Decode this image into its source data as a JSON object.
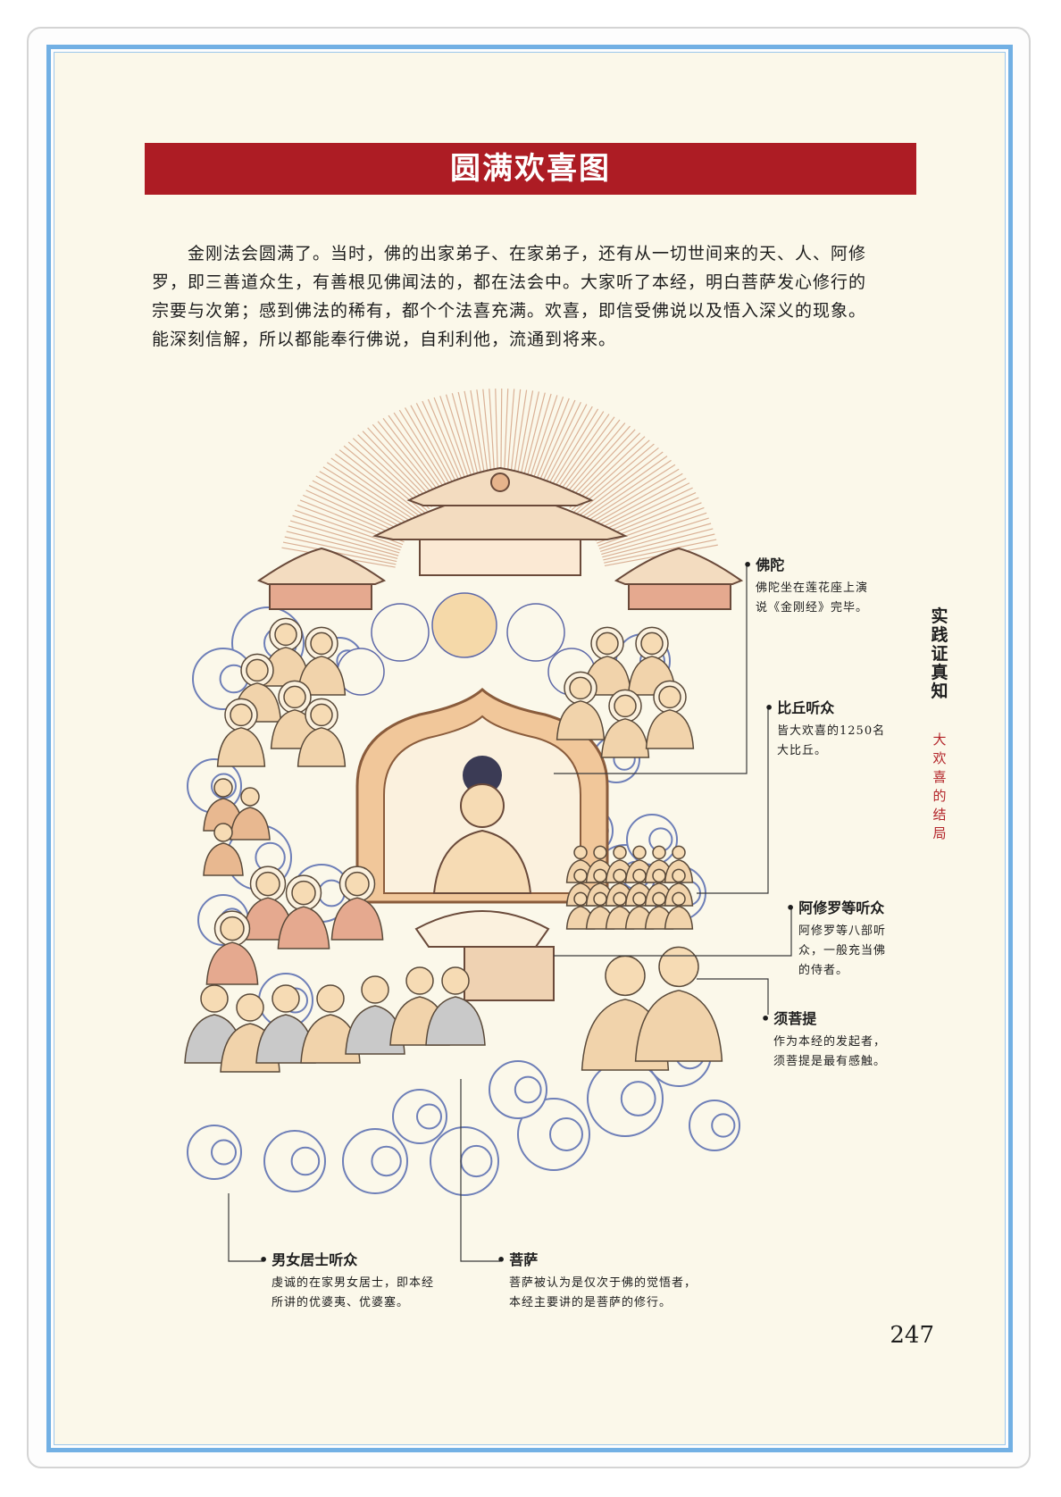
{
  "title": "圆满欢喜图",
  "intro": "金刚法会圆满了。当时，佛的出家弟子、在家弟子，还有从一切世间来的天、人、阿修罗，即三善道众生，有善根见佛闻法的，都在法会中。大家听了本经，明白菩萨发心修行的宗要与次第；感到佛法的稀有，都个个法喜充满。欢喜，即信受佛说以及悟入深义的现象。能深刻信解，所以都能奉行佛说，自利利他，流通到将来。",
  "callouts": {
    "buddha": {
      "head": "佛陀",
      "desc": "佛陀坐在莲花座上演\n说《金刚经》完毕。"
    },
    "bhikshu": {
      "head": "比丘听众",
      "desc": "皆大欢喜的1250名\n大比丘。"
    },
    "asura": {
      "head": "阿修罗等听众",
      "desc": "阿修罗等八部听\n众，一般充当佛\n的侍者。"
    },
    "subhuti": {
      "head": "须菩提",
      "desc": "作为本经的发起者，\n须菩提是最有感触。"
    },
    "laity": {
      "head": "男女居士听众",
      "desc": "虔诚的在家男女居士，即本经\n所讲的优婆夷、优婆塞。"
    },
    "bodhisattva": {
      "head": "菩萨",
      "desc": "菩萨被认为是仅次于佛的觉悟者，\n本经主要讲的是菩萨的修行。"
    }
  },
  "sidebar": {
    "chapter": "实践证真知",
    "section": "大欢喜的结局"
  },
  "page_number": "247",
  "colors": {
    "title_bar": "#ad1c24",
    "frame": "#72b0e4",
    "paper": "#fbf8ea",
    "section_text": "#b3252a"
  }
}
